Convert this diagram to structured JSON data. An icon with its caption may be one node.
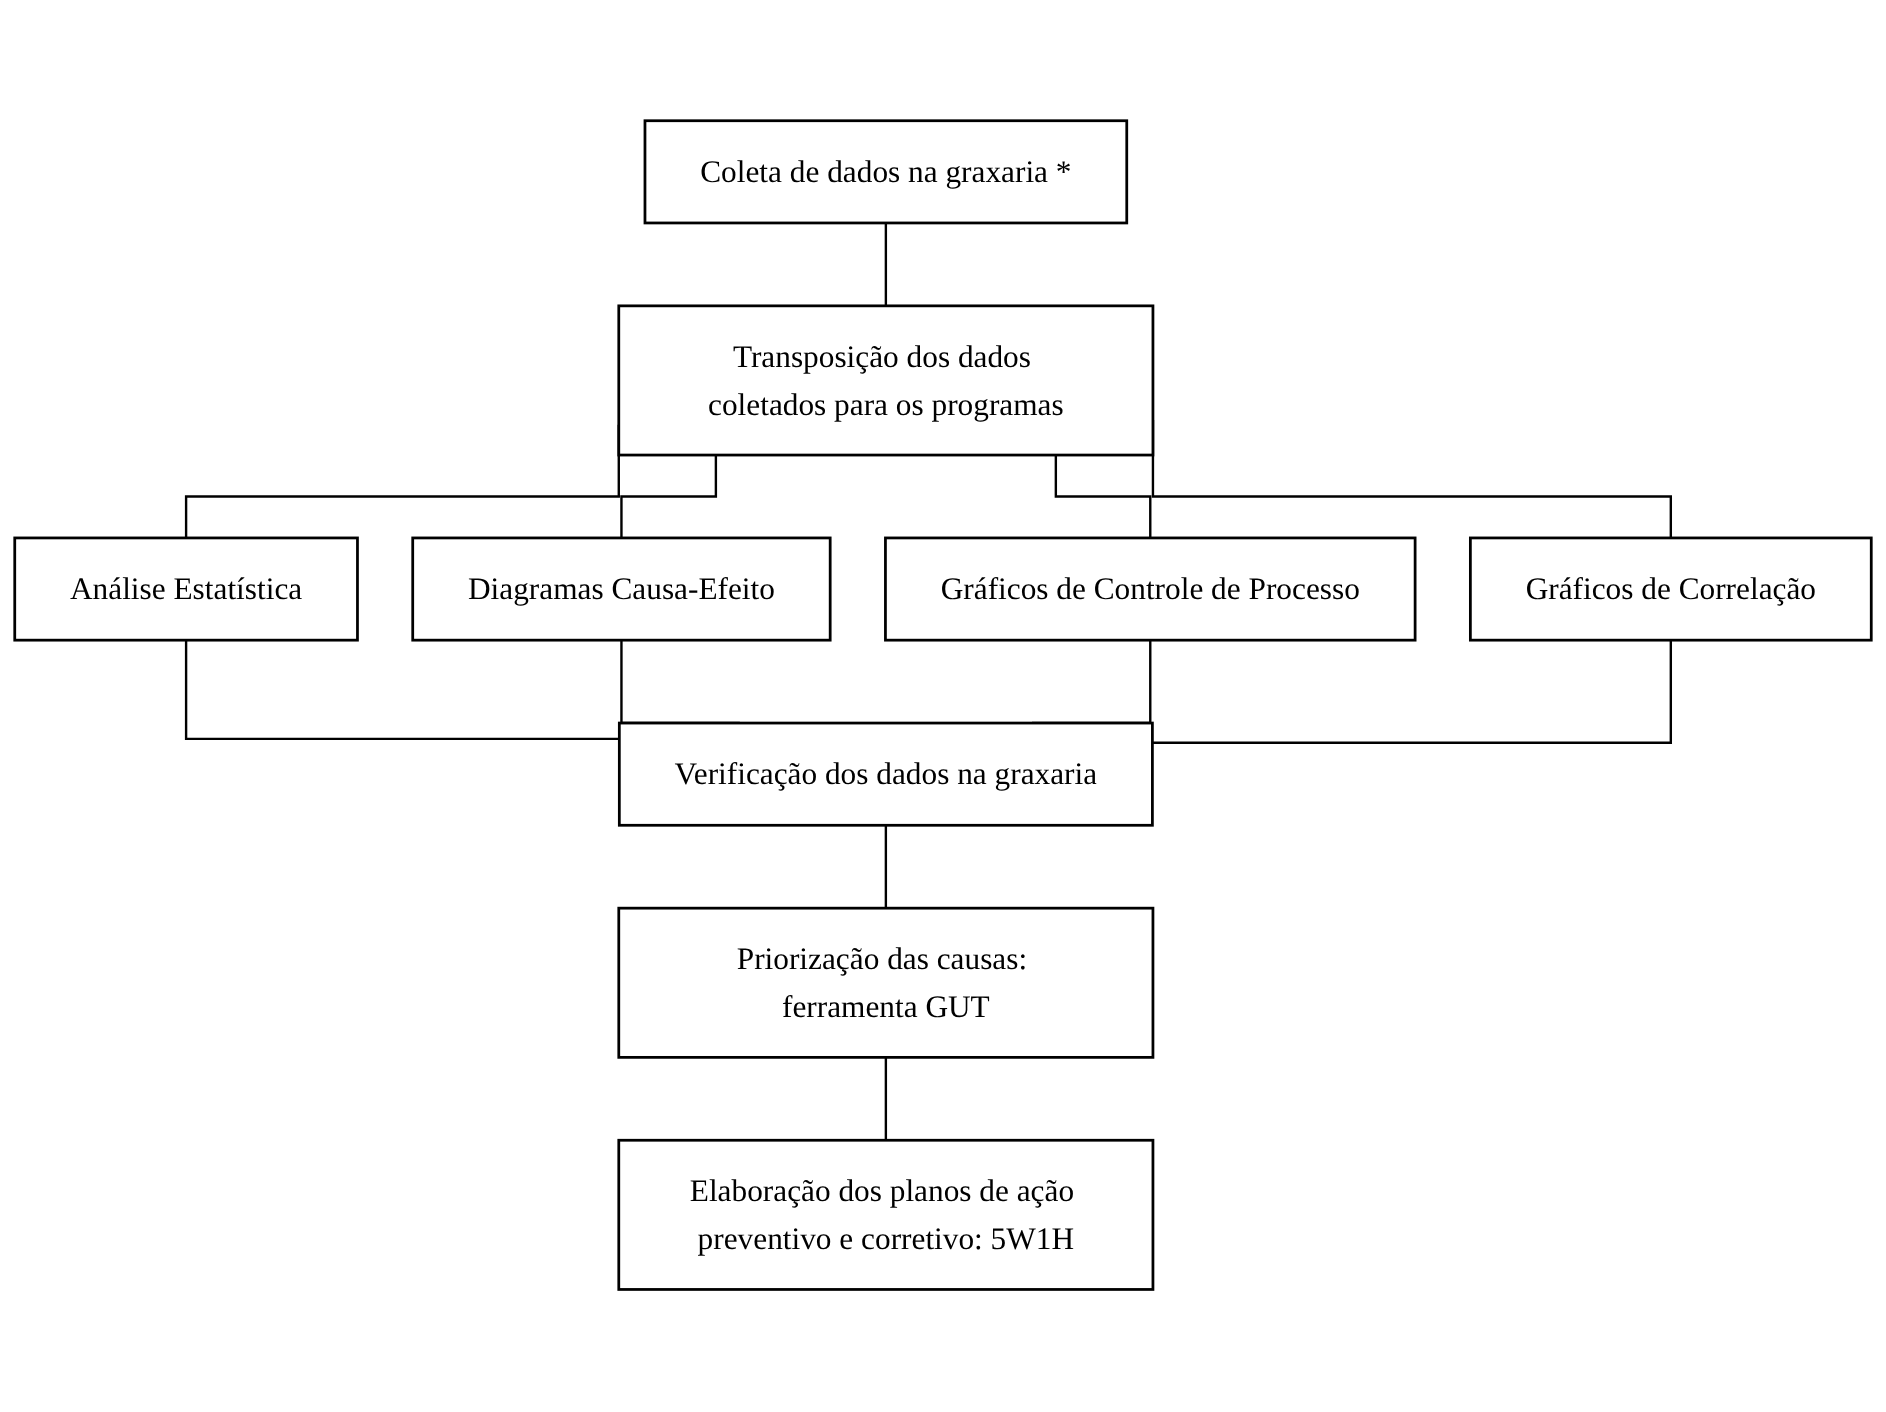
{
  "diagram": {
    "nodes": [
      {
        "text": [
          "Coleta de dados na graxaria *"
        ]
      },
      {
        "text": [
          "Transposição dos dados coletados para os programas"
        ]
      },
      {
        "text": [
          "Análise Estatística"
        ]
      },
      {
        "text": [
          "Diagramas Causa-Efeito"
        ]
      },
      {
        "text": [
          "Gráficos de Controle de Processo"
        ]
      },
      {
        "text": [
          "Gráficos de Correlação"
        ]
      },
      {
        "text": [
          "Verificação dos dados na graxaria"
        ]
      },
      {
        "text": [
          "Priorização das causas: ferramenta GUT"
        ]
      },
      {
        "text": [
          "Elaboração dos planos de ação preventivo e corretivo: 5W1H"
        ]
      }
    ],
    "edges": [
      {
        "from": 0,
        "to": 1,
        "arrow": "none"
      },
      {
        "from": 1,
        "to": 2,
        "arrow": "none"
      },
      {
        "from": 1,
        "to": 3,
        "arrow": "none"
      },
      {
        "from": 1,
        "to": 4,
        "arrow": "none"
      },
      {
        "from": 1,
        "to": 5,
        "arrow": "none"
      },
      {
        "from": 2,
        "to": 6,
        "arrow": "none"
      },
      {
        "from": 3,
        "to": 6,
        "arrow": "none"
      },
      {
        "from": 4,
        "to": 6,
        "arrow": "none"
      },
      {
        "from": 5,
        "to": 6,
        "arrow": "none"
      },
      {
        "from": 6,
        "to": 7,
        "arrow": "none"
      },
      {
        "from": 7,
        "to": 8,
        "arrow": "none"
      }
    ]
  }
}
